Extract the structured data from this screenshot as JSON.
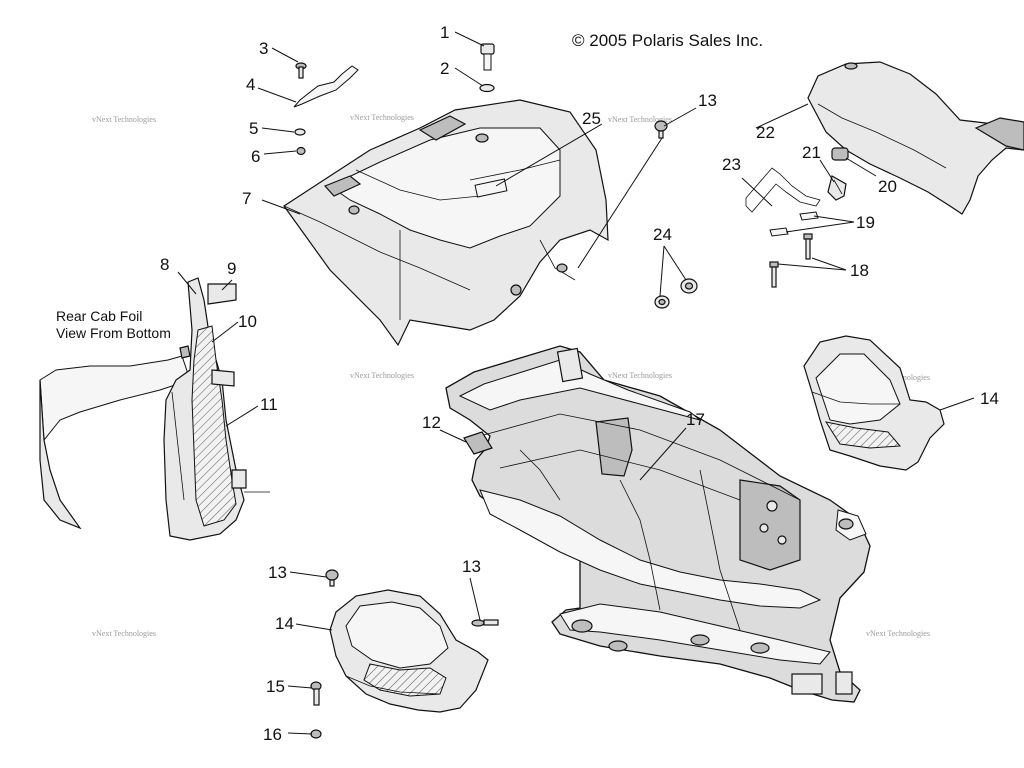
{
  "copyright": "© 2005 Polaris Sales Inc.",
  "watermark": "vNext Technologies",
  "inset_note": {
    "line1": "Rear Cab Foil",
    "line2": "View From Bottom"
  },
  "callouts": [
    {
      "id": "c1",
      "label": "1"
    },
    {
      "id": "c2",
      "label": "2"
    },
    {
      "id": "c3",
      "label": "3"
    },
    {
      "id": "c4",
      "label": "4"
    },
    {
      "id": "c5",
      "label": "5"
    },
    {
      "id": "c6",
      "label": "6"
    },
    {
      "id": "c7",
      "label": "7"
    },
    {
      "id": "c8",
      "label": "8"
    },
    {
      "id": "c9",
      "label": "9"
    },
    {
      "id": "c10",
      "label": "10"
    },
    {
      "id": "c11",
      "label": "11"
    },
    {
      "id": "c12",
      "label": "12"
    },
    {
      "id": "c13a",
      "label": "13"
    },
    {
      "id": "c13b",
      "label": "13"
    },
    {
      "id": "c13c",
      "label": "13"
    },
    {
      "id": "c14a",
      "label": "14"
    },
    {
      "id": "c14b",
      "label": "14"
    },
    {
      "id": "c15",
      "label": "15"
    },
    {
      "id": "c16",
      "label": "16"
    },
    {
      "id": "c17",
      "label": "17"
    },
    {
      "id": "c18",
      "label": "18"
    },
    {
      "id": "c19",
      "label": "19"
    },
    {
      "id": "c20",
      "label": "20"
    },
    {
      "id": "c21",
      "label": "21"
    },
    {
      "id": "c22",
      "label": "22"
    },
    {
      "id": "c23",
      "label": "23"
    },
    {
      "id": "c24",
      "label": "24"
    },
    {
      "id": "c25",
      "label": "25"
    }
  ]
}
